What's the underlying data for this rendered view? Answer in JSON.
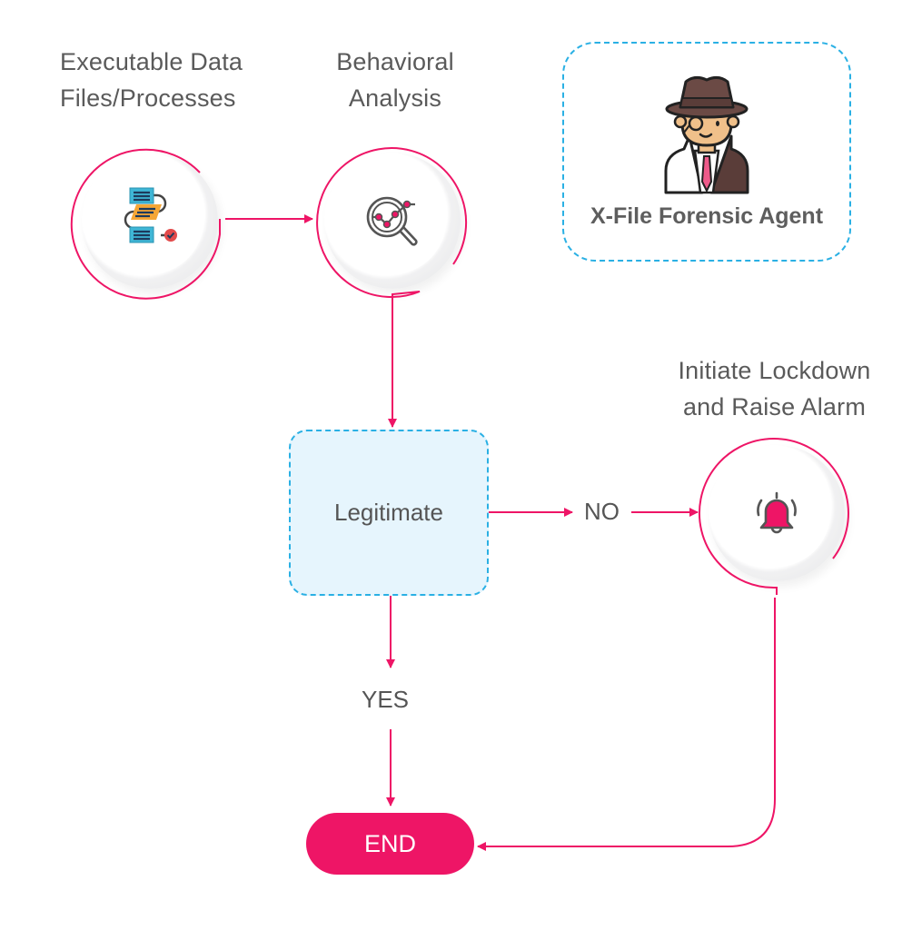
{
  "colors": {
    "accent": "#ee1566",
    "decision_border": "#2ab0e4",
    "decision_fill": "#e6f5fd",
    "text": "#555555"
  },
  "steps": [
    {
      "id": "step1",
      "label_lines": [
        "Executable Data",
        "Files/Processes"
      ],
      "icon": "workflow-process-icon"
    },
    {
      "id": "step2",
      "label_lines": [
        "Behavioral",
        "Analysis"
      ],
      "icon": "magnifier-analytics-icon"
    },
    {
      "id": "step3",
      "label_lines": [
        "Initiate Lockdown",
        "and Raise Alarm"
      ],
      "icon": "alarm-bell-icon"
    }
  ],
  "agent": {
    "title": "X-File Forensic Agent",
    "icon": "detective-icon"
  },
  "decision": {
    "label": "Legitimate"
  },
  "branches": {
    "no": "NO",
    "yes": "YES"
  },
  "end": {
    "label": "END"
  },
  "flow": [
    {
      "from": "Executable Data Files/Processes",
      "to": "Behavioral Analysis"
    },
    {
      "from": "Behavioral Analysis",
      "to": "Legitimate"
    },
    {
      "from": "Legitimate",
      "to": "Initiate Lockdown and Raise Alarm",
      "condition": "NO"
    },
    {
      "from": "Legitimate",
      "to": "END",
      "condition": "YES"
    },
    {
      "from": "Initiate Lockdown and Raise Alarm",
      "to": "END"
    }
  ]
}
